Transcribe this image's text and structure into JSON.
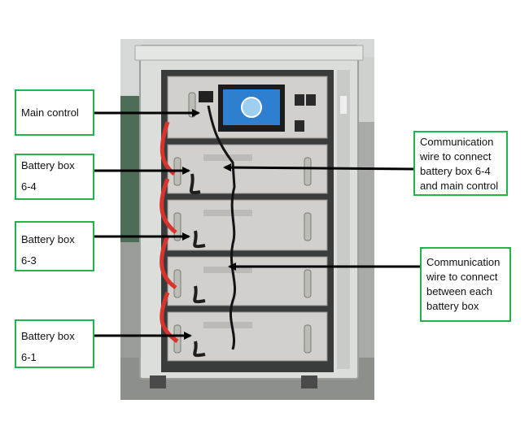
{
  "labels": {
    "main_control": "Main control",
    "battery_box_64": {
      "line1": "Battery box",
      "line2": "6-4"
    },
    "battery_box_63": {
      "line1": "Battery box",
      "line2": "6-3"
    },
    "battery_box_61": {
      "line1": "Battery box",
      "line2": "6-1"
    },
    "comm_wire_main": [
      "Communication",
      "wire to connect",
      "battery box 6-4",
      "and main control"
    ],
    "comm_wire_each": [
      "Communication",
      "wire to connect",
      "between each",
      "battery box"
    ]
  },
  "colors": {
    "label_border": "#22b34a",
    "arrow": "#000000",
    "cabinet": "#d8dad8",
    "battery_panel": "#d2d0cc",
    "cable_red": "#d8332c",
    "screen_blue": "#2f7fd0"
  }
}
